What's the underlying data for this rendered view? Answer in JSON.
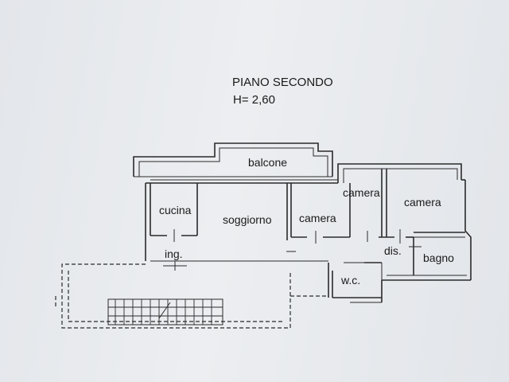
{
  "header": {
    "title": "PIANO SECONDO",
    "height_label": "H= 2,60"
  },
  "rooms": {
    "balcone": "balcone",
    "cucina": "cucina",
    "soggiorno": "soggiorno",
    "camera_1": "camera",
    "camera_2": "camera",
    "camera_3": "camera",
    "ingresso": "ing.",
    "disimpegno": "dis.",
    "bagno": "bagno",
    "wc": "w.c."
  }
}
